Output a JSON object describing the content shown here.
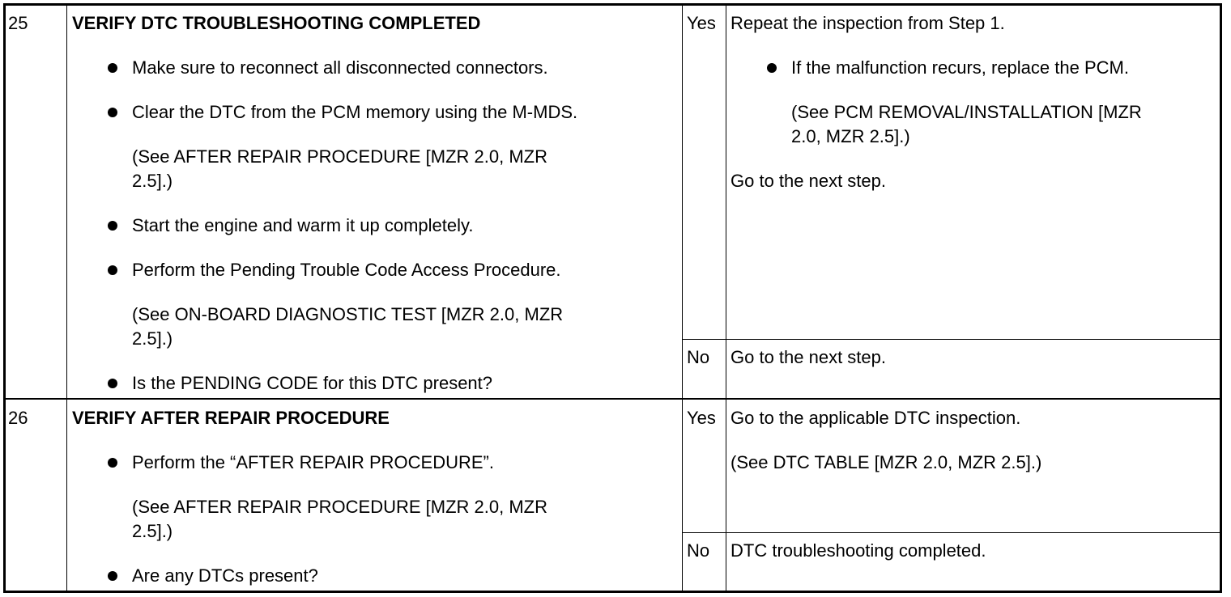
{
  "rows": [
    {
      "step": "25",
      "title": "VERIFY DTC TROUBLESHOOTING COMPLETED",
      "items": [
        "Make sure to reconnect all disconnected connectors.",
        "Clear the DTC from the PCM memory using the M-MDS.",
        "(See AFTER REPAIR PROCEDURE [MZR 2.0, MZR",
        "2.5].)",
        "Start the engine and warm it up completely.",
        "Perform the Pending Trouble Code Access Procedure.",
        "(See ON-BOARD DIAGNOSTIC TEST [MZR 2.0, MZR",
        "2.5].)",
        "Is the PENDING CODE for this DTC present?"
      ],
      "yes_label": "Yes",
      "yes_action": [
        "Repeat the inspection from Step 1.",
        "If the malfunction recurs, replace the PCM.",
        "(See PCM REMOVAL/INSTALLATION [MZR",
        "2.0, MZR 2.5].)",
        "Go to the next step."
      ],
      "no_label": "No",
      "no_action": [
        "Go to the next step."
      ]
    },
    {
      "step": "26",
      "title": "VERIFY AFTER REPAIR PROCEDURE",
      "items": [
        "Perform the “AFTER REPAIR PROCEDURE”.",
        "(See AFTER REPAIR PROCEDURE [MZR 2.0, MZR",
        "2.5].)",
        "Are any DTCs present?"
      ],
      "yes_label": "Yes",
      "yes_action": [
        "Go to the applicable DTC inspection.",
        "(See DTC TABLE [MZR 2.0, MZR 2.5].)"
      ],
      "no_label": "No",
      "no_action": [
        "DTC troubleshooting completed."
      ]
    }
  ]
}
